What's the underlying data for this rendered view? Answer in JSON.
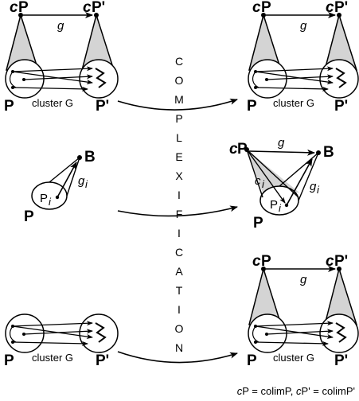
{
  "labels": {
    "c": "c",
    "P": "P",
    "P_prime": "P'",
    "cluster": "cluster G",
    "g": "g",
    "i": "i",
    "B": "B"
  },
  "vertical_word": [
    "C",
    "O",
    "M",
    "P",
    "L",
    "E",
    "X",
    "I",
    "F",
    "I",
    "C",
    "A",
    "T",
    "I",
    "O",
    "N"
  ],
  "caption": {
    "c1": "c",
    "p1": "P = colimP, ",
    "c2": "c",
    "p2": "P' = colimP'"
  }
}
